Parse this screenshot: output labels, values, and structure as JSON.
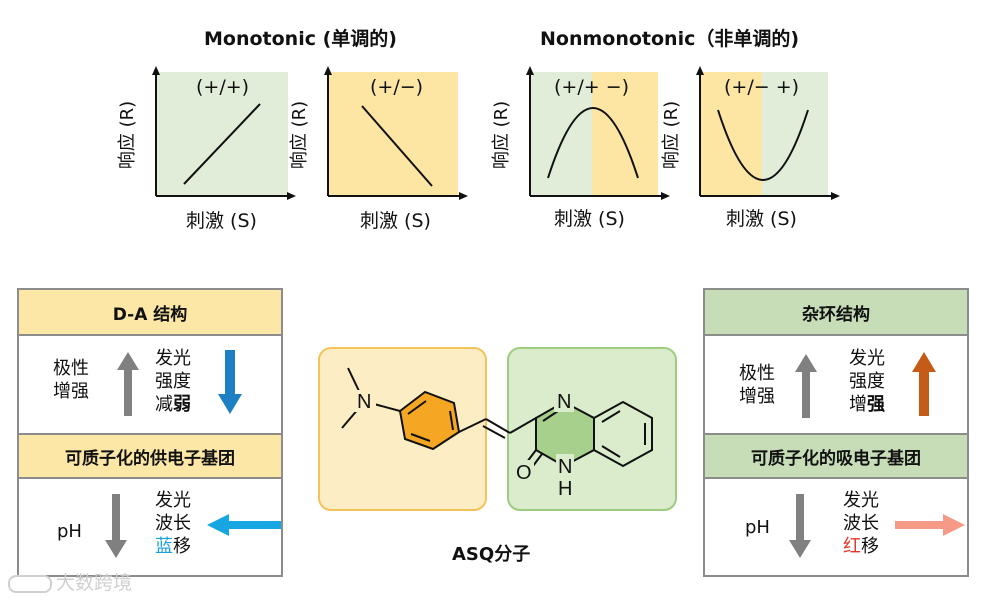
{
  "titles": {
    "monotonic": "Monotonic (单调的)",
    "nonmonotonic": "Nonmonotonic（非单调的)"
  },
  "plots": [
    {
      "sign": "(+/+)",
      "ylabel": "响应 (R)",
      "xlabel": "刺激 (S)"
    },
    {
      "sign": "(+/−)",
      "ylabel": "响应 (R)",
      "xlabel": "刺激 (S)"
    },
    {
      "sign": "(+/+ −)",
      "ylabel": "响应 (R)",
      "xlabel": "刺激 (S)"
    },
    {
      "sign": "(+/− +)",
      "ylabel": "响应 (R)",
      "xlabel": "刺激 (S)"
    }
  ],
  "left_panel": {
    "header": "D-A 结构",
    "polarity": "极性\n增强",
    "emission_pre": "发光\n强度\n减",
    "emission_bold": "弱",
    "subheader": "可质子化的供电子基团",
    "ph": "pH",
    "wave_pre": "发光\n波长\n",
    "wave_colored": "蓝",
    "wave_post": "移"
  },
  "right_panel": {
    "header": "杂环结构",
    "polarity": "极性\n增强",
    "emission_pre": "发光\n强度\n增",
    "emission_bold": "强",
    "subheader": "可质子化的吸电子基团",
    "ph": "pH",
    "wave_pre": "发光\n波长\n",
    "wave_colored": "红",
    "wave_post": "移"
  },
  "molecule": {
    "caption": "ASQ分子",
    "atoms": {
      "n_amine": "N",
      "n_ring": "N",
      "o": "O",
      "nh_n": "N",
      "nh_h": "H"
    }
  },
  "watermark": "大数跨境",
  "colors": {
    "green_bg": "#e1edd8",
    "yellow_bg": "#fde5a3",
    "panel_yellow_header": "#fde7a6",
    "panel_green_header": "#c6ddb8",
    "blue_arrow": "#1e7fc4",
    "orange_arrow": "#c65b17",
    "cyan_arrow": "#16a6e2",
    "salmon_arrow": "#f49a86",
    "gray_arrow": "#808080",
    "blue_text": "#1aa0dc",
    "red_text": "#e3362c"
  }
}
